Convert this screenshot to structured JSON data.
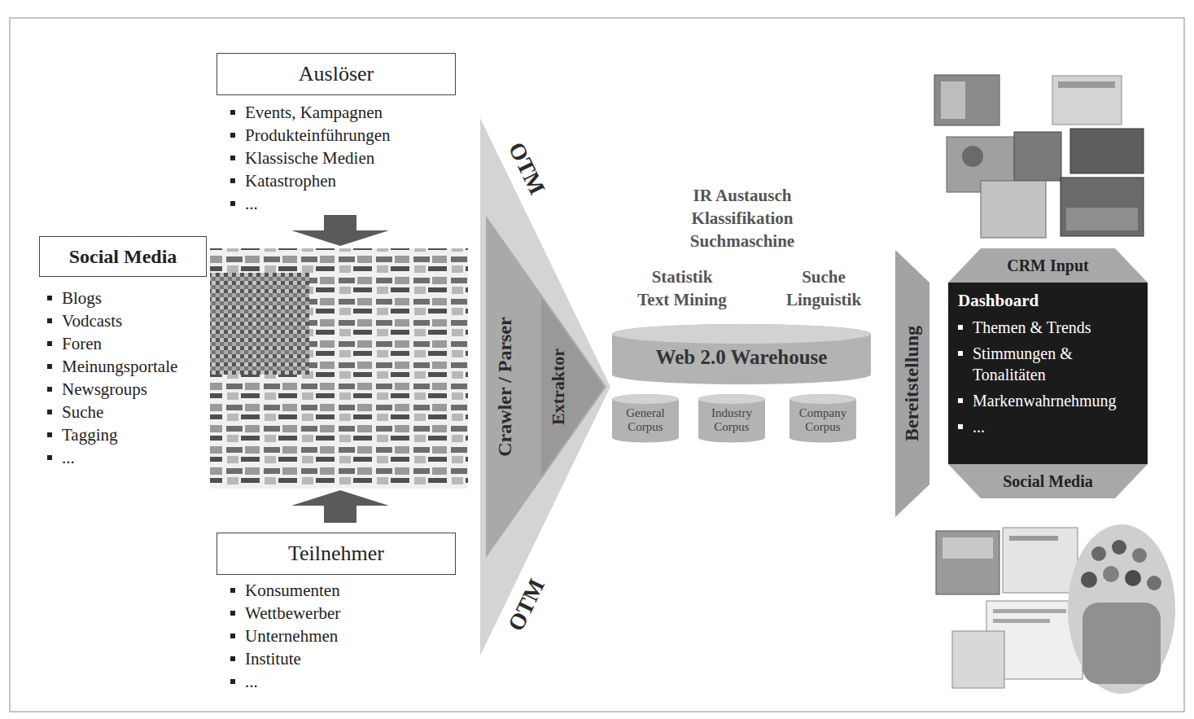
{
  "diagram": {
    "nodes": [
      {
        "text": [
          "Auslöser",
          "Events, Kampagnen",
          "Produkteinführungen",
          "Klassische Medien",
          "Katastrophen",
          "..."
        ]
      },
      {
        "text": [
          "Social Media",
          "Blogs",
          "Vodcasts",
          "Foren",
          "Meinungsportale",
          "Newsgroups",
          "Suche",
          "Tagging",
          "..."
        ]
      },
      {
        "text": [
          "Teilnehmer",
          "Konsumenten",
          "Wettbewerber",
          "Unternehmen",
          "Institute",
          "..."
        ]
      },
      {
        "text": [
          "OTM",
          "OTM"
        ]
      },
      {
        "text": [
          "Crawler / Parser"
        ],
        "in": 3
      },
      {
        "text": [
          "Extraktor"
        ],
        "in": 4
      },
      {
        "text": [
          "Web 2.0 Warehouse"
        ]
      },
      {
        "text": [
          "General Corpus"
        ]
      },
      {
        "text": [
          "Industry Corpus"
        ]
      },
      {
        "text": [
          "Company Corpus"
        ]
      },
      {
        "text": [
          "Bereitstellung"
        ]
      },
      {
        "text": [
          "CRM Input",
          "Social Media"
        ]
      },
      {
        "text": [
          "Dashboard",
          "Themen & Trends",
          "Stimmungen & Tonalitäten",
          "Markenwahrnehmung",
          "..."
        ],
        "in": 11
      }
    ],
    "labels": [
      "IR Austausch",
      "Klassifikation",
      "Suchmaschine",
      "Statistik",
      "Text Mining",
      "Suche",
      "Linguistik"
    ]
  }
}
